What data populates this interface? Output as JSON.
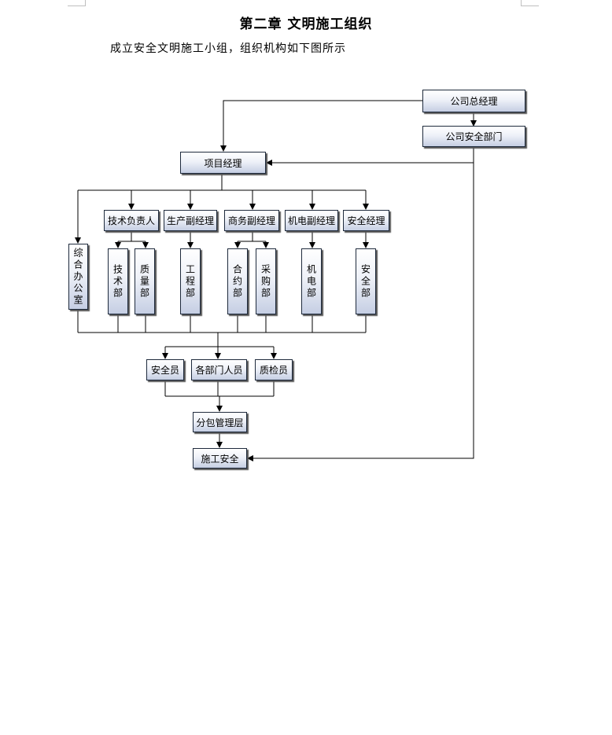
{
  "document": {
    "chapter_title": "第二章  文明施工组织",
    "intro": "成立安全文明施工小组，组织机构如下图所示"
  },
  "org_chart": {
    "general_manager": "公司总经理",
    "company_safety_dept": "公司安全部门",
    "project_manager": "项目经理",
    "office": "综合办公室",
    "managers": {
      "technical_lead": "技术负责人",
      "production_deputy": "生产副经理",
      "business_deputy": "商务副经理",
      "mechanical_electrical_deputy": "机电副经理",
      "safety_manager": "安全经理"
    },
    "departments": {
      "technical": "技术部",
      "quality": "质量部",
      "engineering": "工程部",
      "contract": "合约部",
      "procurement": "采购部",
      "mech_elec": "机电部",
      "safety": "安全部"
    },
    "staff": {
      "safety_officer": "安全员",
      "dept_staff": "各部门人员",
      "quality_inspector": "质检员"
    },
    "subcontract_management": "分包管理层",
    "construction_safety": "施工安全"
  }
}
